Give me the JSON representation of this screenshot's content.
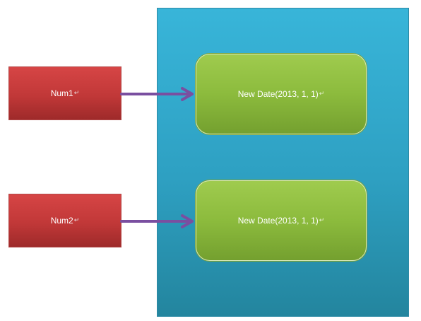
{
  "diagram": {
    "boxes": {
      "num1": {
        "label": "Num1",
        "mark": "↵"
      },
      "num2": {
        "label": "Num2",
        "mark": "↵"
      },
      "date1": {
        "label": "New Date(2013, 1, 1)",
        "mark": "↵"
      },
      "date2": {
        "label": "New Date(2013, 1, 1)",
        "mark": "↵"
      }
    },
    "colors": {
      "panel": "#2ea0c2",
      "variable_box": "#c13838",
      "object_box": "#8cbb3d",
      "arrow": "#7a4fa0"
    },
    "edges": [
      {
        "from": "num1",
        "to": "date1"
      },
      {
        "from": "num2",
        "to": "date2"
      }
    ]
  }
}
